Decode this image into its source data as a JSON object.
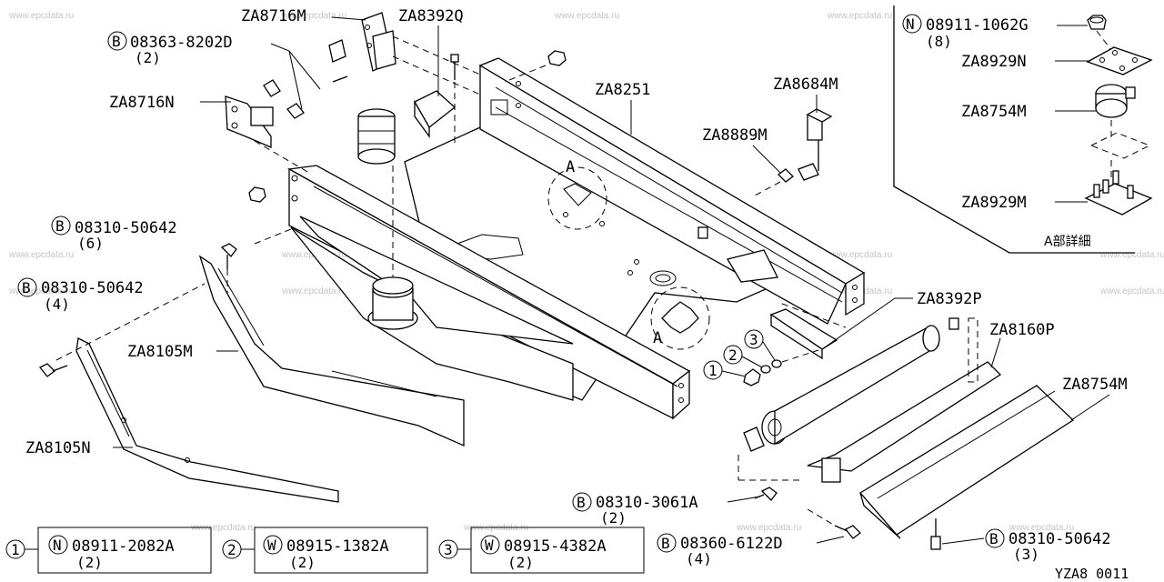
{
  "watermark": "www.epcdata.ru",
  "diagram_code": "YZA8  0011",
  "callouts": [
    {
      "id": "za8716m",
      "text": "ZA8716M"
    },
    {
      "id": "za8392q",
      "text": "ZA8392Q"
    },
    {
      "id": "b08363",
      "prefix": "B",
      "text": "08363-8202D",
      "qty": "(2)"
    },
    {
      "id": "za8716n",
      "text": "ZA8716N"
    },
    {
      "id": "za8251",
      "text": "ZA8251"
    },
    {
      "id": "za8684m",
      "text": "ZA8684M"
    },
    {
      "id": "za8889m",
      "text": "ZA8889M"
    },
    {
      "id": "b08310a",
      "prefix": "B",
      "text": "08310-50642",
      "qty": "(6)"
    },
    {
      "id": "b08310b",
      "prefix": "B",
      "text": "08310-50642",
      "qty": "(4)"
    },
    {
      "id": "za8105m",
      "text": "ZA8105M"
    },
    {
      "id": "za8105n",
      "text": "ZA8105N"
    },
    {
      "id": "za8392p",
      "text": "ZA8392P"
    },
    {
      "id": "za8160p",
      "text": "ZA8160P"
    },
    {
      "id": "za8754m_main",
      "text": "ZA8754M"
    },
    {
      "id": "b08310c",
      "prefix": "B",
      "text": "08310-3061A",
      "qty": "(2)"
    },
    {
      "id": "b08360",
      "prefix": "B",
      "text": "08360-6122D",
      "qty": "(4)"
    },
    {
      "id": "b08310d",
      "prefix": "B",
      "text": "08310-50642",
      "qty": "(3)"
    }
  ],
  "detail": {
    "title": "A部詳細",
    "n_part": {
      "prefix": "N",
      "text": "08911-1062G",
      "qty": "(8)"
    },
    "items": [
      "ZA8929N",
      "ZA8754M",
      "ZA8929M"
    ]
  },
  "view_marker": "A",
  "circled_items": [
    {
      "num": "1"
    },
    {
      "num": "2"
    },
    {
      "num": "3"
    }
  ],
  "legend": [
    {
      "num": "1",
      "prefix": "N",
      "part": "08911-2082A",
      "qty": "(2)"
    },
    {
      "num": "2",
      "prefix": "W",
      "part": "08915-1382A",
      "qty": "(2)"
    },
    {
      "num": "3",
      "prefix": "W",
      "part": "08915-4382A",
      "qty": "(2)"
    }
  ]
}
